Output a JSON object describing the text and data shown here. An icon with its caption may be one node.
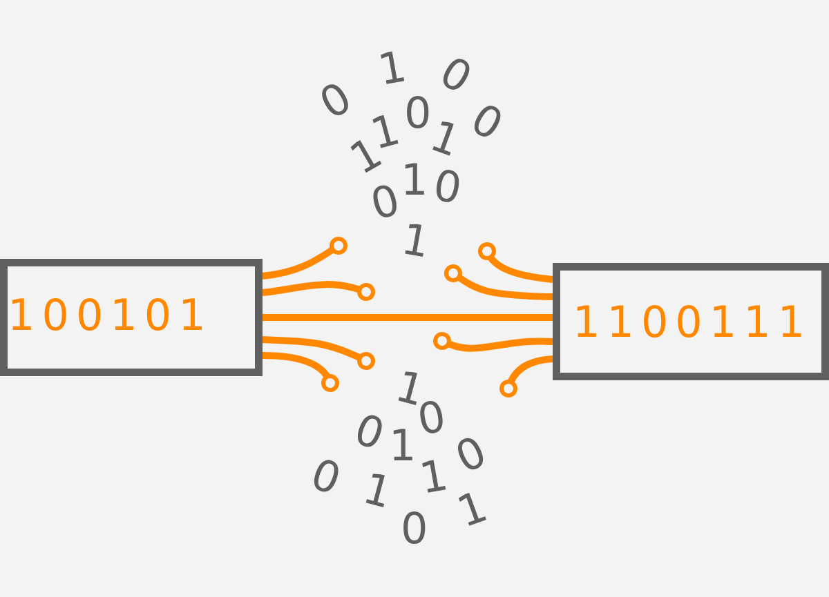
{
  "diagram": {
    "nodes": [
      {
        "text": [
          "100101"
        ]
      },
      {
        "text": [
          "1100111"
        ]
      }
    ],
    "edges": [
      {
        "from": 0,
        "to": null,
        "arrow": "other"
      },
      {
        "from": 0,
        "to": null,
        "arrow": "other"
      },
      {
        "from": 0,
        "to": 1,
        "arrow": "none"
      },
      {
        "from": 0,
        "to": null,
        "arrow": "other"
      },
      {
        "from": 0,
        "to": null,
        "arrow": "other"
      },
      {
        "from": 1,
        "to": null,
        "arrow": "other"
      },
      {
        "from": 1,
        "to": null,
        "arrow": "other"
      },
      {
        "from": 1,
        "to": null,
        "arrow": "other"
      },
      {
        "from": 1,
        "to": null,
        "arrow": "other"
      }
    ],
    "labels": [
      "1",
      "0",
      "0",
      "1",
      "0",
      "1",
      "0",
      "1",
      "0",
      "1",
      "0",
      "1",
      "1",
      "0",
      "0",
      "1",
      "0",
      "0",
      "1",
      "1",
      "1",
      "0"
    ]
  }
}
